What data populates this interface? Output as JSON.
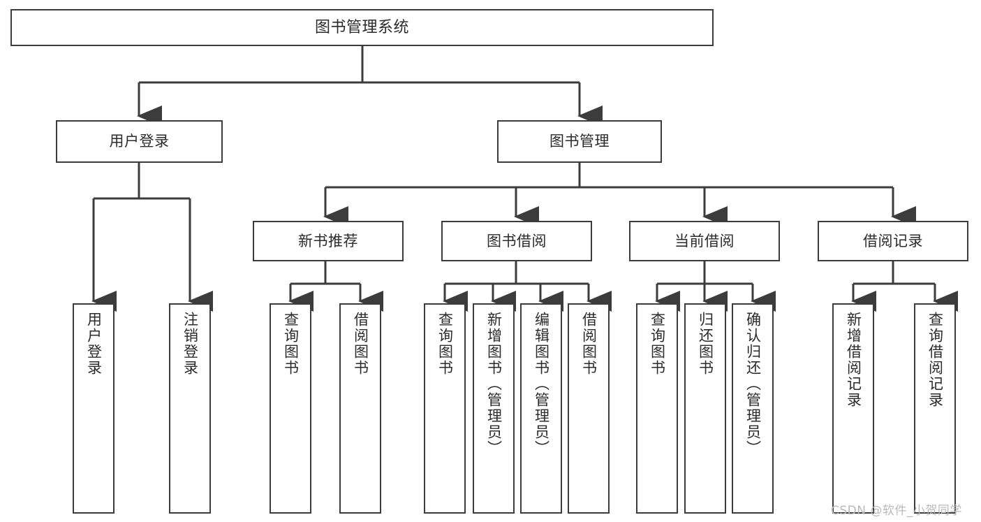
{
  "diagram": {
    "title": "图书管理系统",
    "type": "tree-hierarchy",
    "orientation": "top-down",
    "stroke_color": "#3c3c3c",
    "fill_color": "#ffffff",
    "text_color": "#2b2b2b",
    "levels": 4
  },
  "nodes": {
    "root": {
      "label": "图书管理系统",
      "level": 0
    },
    "level1": [
      {
        "id": "user-login",
        "label": "用户登录"
      },
      {
        "id": "book-management",
        "label": "图书管理"
      }
    ],
    "level2": [
      {
        "id": "new-book-recommend",
        "label": "新书推荐",
        "parent": "book-management"
      },
      {
        "id": "book-borrow",
        "label": "图书借阅",
        "parent": "book-management"
      },
      {
        "id": "current-borrow",
        "label": "当前借阅",
        "parent": "book-management"
      },
      {
        "id": "borrow-record",
        "label": "借阅记录",
        "parent": "book-management"
      }
    ],
    "leaves": {
      "user-login": [
        {
          "id": "leaf-user-login",
          "label": "用户登录"
        },
        {
          "id": "leaf-user-logout",
          "label": "注销登录"
        }
      ],
      "new-book-recommend": [
        {
          "id": "leaf-query-book-1",
          "label": "查询图书"
        },
        {
          "id": "leaf-borrow-book-1",
          "label": "借阅图书"
        }
      ],
      "book-borrow": [
        {
          "id": "leaf-query-book-2",
          "label": "查询图书"
        },
        {
          "id": "leaf-add-book",
          "label": "新增图书（管理员）"
        },
        {
          "id": "leaf-edit-book",
          "label": "编辑图书（管理员）"
        },
        {
          "id": "leaf-borrow-book-2",
          "label": "借阅图书"
        }
      ],
      "current-borrow": [
        {
          "id": "leaf-query-book-3",
          "label": "查询图书"
        },
        {
          "id": "leaf-return-book",
          "label": "归还图书"
        },
        {
          "id": "leaf-confirm-return",
          "label": "确认归还（管理员）"
        }
      ],
      "borrow-record": [
        {
          "id": "leaf-add-record",
          "label": "新增借阅记录"
        },
        {
          "id": "leaf-query-record",
          "label": "查询借阅记录"
        }
      ]
    }
  },
  "watermark": {
    "text": "CSDN @软件_小贺同学"
  }
}
